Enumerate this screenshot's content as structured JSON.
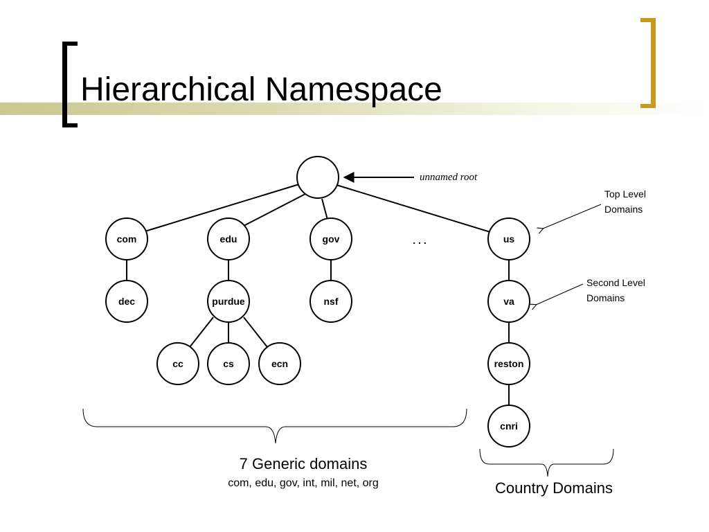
{
  "slide": {
    "title": "Hierarchical Namespace"
  },
  "tree": {
    "root_label": "unnamed root",
    "ellipsis": ". . .",
    "nodes": {
      "com": "com",
      "edu": "edu",
      "gov": "gov",
      "us": "us",
      "dec": "dec",
      "purdue": "purdue",
      "nsf": "nsf",
      "va": "va",
      "cc": "cc",
      "cs": "cs",
      "ecn": "ecn",
      "reston": "reston",
      "cnri": "cnri"
    }
  },
  "callouts": {
    "top_level_line1": "Top Level",
    "top_level_line2": "Domains",
    "second_level_line1": "Second Level",
    "second_level_line2": "Domains"
  },
  "captions": {
    "generic_title": "7 Generic domains",
    "generic_list": "com, edu, gov, int, mil, net, org",
    "country_title": "Country Domains"
  },
  "colors": {
    "left_bracket": "#000000",
    "right_bracket": "#c89a1e",
    "title_band": "#c8c890"
  }
}
